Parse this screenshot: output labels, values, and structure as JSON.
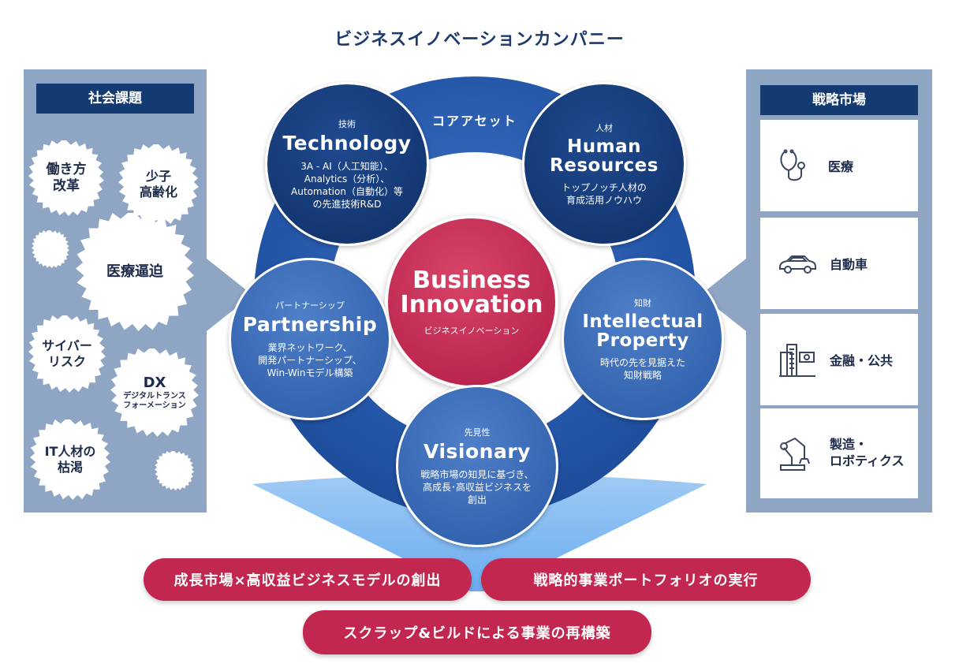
{
  "title": "ビジネスイノベーションカンパニー",
  "left_panel": {
    "heading": "社会課題",
    "bursts": [
      {
        "text": "働き方\n改革"
      },
      {
        "text": "少子\n高齢化"
      },
      {
        "text": ""
      },
      {
        "text": "医療逼迫"
      },
      {
        "text": "サイバー\nリスク"
      },
      {
        "text": "DX"
      },
      {
        "text": "デジタルトランス\nフォーメーション"
      },
      {
        "text": "IT人材の\n枯渇"
      },
      {
        "text": ""
      }
    ]
  },
  "center": {
    "ring_label": "コアアセット",
    "core": {
      "en": "Business\nInnovation",
      "jp": "ビジネスイノベーション"
    },
    "nodes": {
      "technology": {
        "jp": "技術",
        "en": "Technology",
        "desc": "3A - AI（人工知能）、\nAnalytics（分析）、\nAutomation（自動化）等\nの先進技術R&D"
      },
      "human": {
        "jp": "人材",
        "en": "Human\nResources",
        "desc": "トップノッチ人材の\n育成活用ノウハウ"
      },
      "partnership": {
        "jp": "パートナーシップ",
        "en": "Partnership",
        "desc": "業界ネットワーク、\n開発パートナーシップ、\nWin-Winモデル構築"
      },
      "ip": {
        "jp": "知財",
        "en": "Intellectual\nProperty",
        "desc": "時代の先を見据えた\n知財戦略"
      },
      "visionary": {
        "jp": "先見性",
        "en": "Visionary",
        "desc": "戦略市場の知見に基づき、\n高成長･高収益ビジネスを\n創出"
      }
    }
  },
  "right_panel": {
    "heading": "戦略市場",
    "markets": [
      {
        "label": "医療",
        "icon": "stethoscope-icon"
      },
      {
        "label": "自動車",
        "icon": "car-icon"
      },
      {
        "label": "金融・公共",
        "icon": "buildings-icon"
      },
      {
        "label": "製造・\nロボティクス",
        "icon": "robot-arm-icon"
      }
    ]
  },
  "outcomes": [
    "成長市場×高収益ビジネスモデルの創出",
    "戦略的事業ポートフォリオの実行",
    "スクラップ&ビルドによる事業の再構築"
  ],
  "colors": {
    "navy": "#143a72",
    "ring_blue": "#2456a8",
    "core_red": "#c2284f",
    "panel_gray_blue": "#8fa5c4"
  }
}
